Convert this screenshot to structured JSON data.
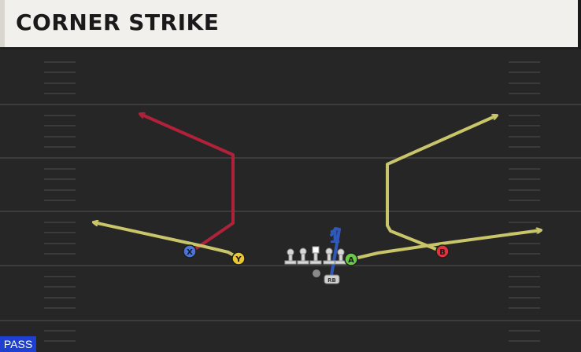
{
  "play": {
    "title": "CORNER STRIKE",
    "type_badge": "PASS"
  },
  "players": {
    "x": "X",
    "y": "Y",
    "a": "A",
    "b": "B",
    "rb": "RB",
    "rb_route_number": "1"
  },
  "colors": {
    "primary_route": "#c8c56a",
    "corner_route": "#b0213a",
    "rb_route": "#2f58b8",
    "badge": "#1e3fcf"
  }
}
